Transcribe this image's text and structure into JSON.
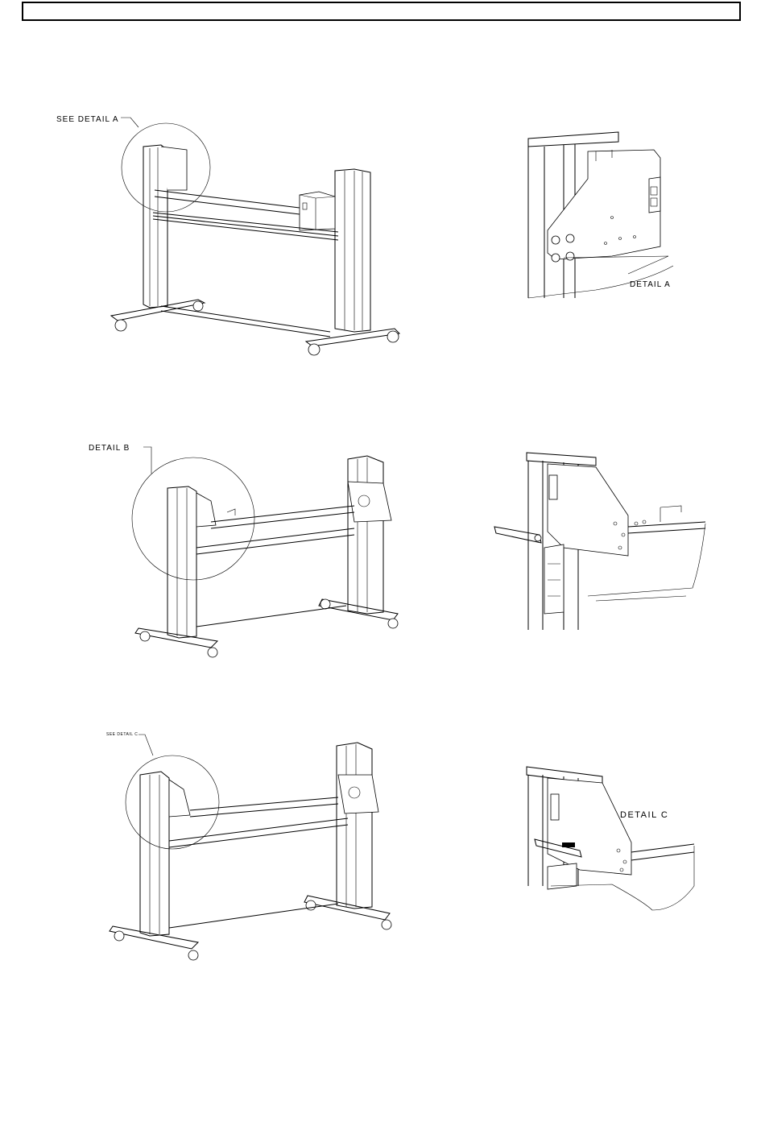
{
  "header": {
    "text": ""
  },
  "figures": {
    "stand_a": {
      "callout": "SEE DETAIL A"
    },
    "detail_a": {
      "label": "DETAIL A"
    },
    "stand_b": {
      "callout": "DETAIL B"
    },
    "detail_b": {
      "label": ""
    },
    "stand_c": {
      "callout": "SEE DETAIL C"
    },
    "detail_c": {
      "label": "DETAIL C"
    }
  }
}
